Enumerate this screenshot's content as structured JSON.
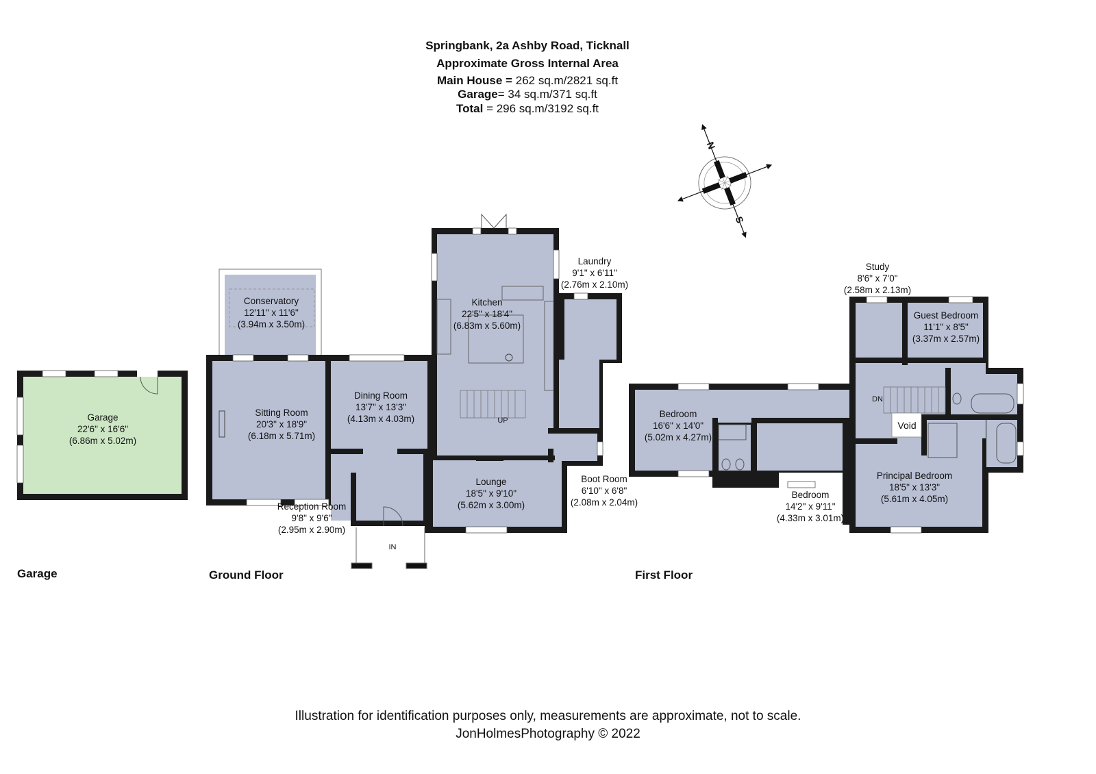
{
  "header": {
    "line1": "Springbank, 2a Ashby Road, Ticknall",
    "line2": "Approximate Gross Internal Area",
    "main_label": "Main House =",
    "main_value": "262 sq.m/2821 sq.ft",
    "garage_label": "Garage",
    "garage_value": "= 34 sq.m/371 sq.ft",
    "total_label": "Total",
    "total_value": "= 296 sq.m/3192 sq.ft"
  },
  "compass": {
    "north": "N",
    "south": "S"
  },
  "floors": {
    "garage": "Garage",
    "ground": "Ground Floor",
    "first": "First Floor"
  },
  "rooms": {
    "garage": {
      "name": "Garage",
      "imperial": "22'6\" x 16'6\"",
      "metric": "(6.86m x 5.02m)"
    },
    "conservatory": {
      "name": "Conservatory",
      "imperial": "12'11\" x 11'6\"",
      "metric": "(3.94m x 3.50m)"
    },
    "sitting": {
      "name": "Sitting Room",
      "imperial": "20'3\" x 18'9\"",
      "metric": "(6.18m x 5.71m)"
    },
    "dining": {
      "name": "Dining Room",
      "imperial": "13'7\" x 13'3\"",
      "metric": "(4.13m x 4.03m)"
    },
    "kitchen": {
      "name": "Kitchen",
      "imperial": "22'5\" x 18'4\"",
      "metric": "(6.83m x 5.60m)"
    },
    "laundry": {
      "name": "Laundry",
      "imperial": "9'1\" x 6'11\"",
      "metric": "(2.76m x 2.10m)"
    },
    "lounge": {
      "name": "Lounge",
      "imperial": "18'5\" x 9'10\"",
      "metric": "(5.62m x 3.00m)"
    },
    "reception": {
      "name": "Reception Room",
      "imperial": "9'8\" x 9'6\"",
      "metric": "(2.95m x 2.90m)"
    },
    "boot": {
      "name": "Boot Room",
      "imperial": "6'10\" x 6'8\"",
      "metric": "(2.08m x 2.04m)"
    },
    "study": {
      "name": "Study",
      "imperial": "8'6\" x 7'0\"",
      "metric": "(2.58m x 2.13m)"
    },
    "guest": {
      "name": "Guest Bedroom",
      "imperial": "11'1\" x 8'5\"",
      "metric": "(3.37m x 2.57m)"
    },
    "bed1": {
      "name": "Bedroom",
      "imperial": "16'6\" x 14'0\"",
      "metric": "(5.02m x 4.27m)"
    },
    "bed2": {
      "name": "Bedroom",
      "imperial": "14'2\" x 9'11\"",
      "metric": "(4.33m x 3.01m)"
    },
    "principal": {
      "name": "Principal Bedroom",
      "imperial": "18'5\" x 13'3\"",
      "metric": "(5.61m x 4.05m)"
    }
  },
  "markers": {
    "up": "UP",
    "in": "IN",
    "dn": "DN",
    "void": "Void"
  },
  "footer": {
    "disclaimer": "Illustration for identification purposes only, measurements are approximate, not to scale.",
    "credit": "JonHolmesPhotography © 2022"
  },
  "colors": {
    "floor": "#b9c0d4",
    "garage_floor": "#cde7c4",
    "wall": "#1a1a1a"
  }
}
